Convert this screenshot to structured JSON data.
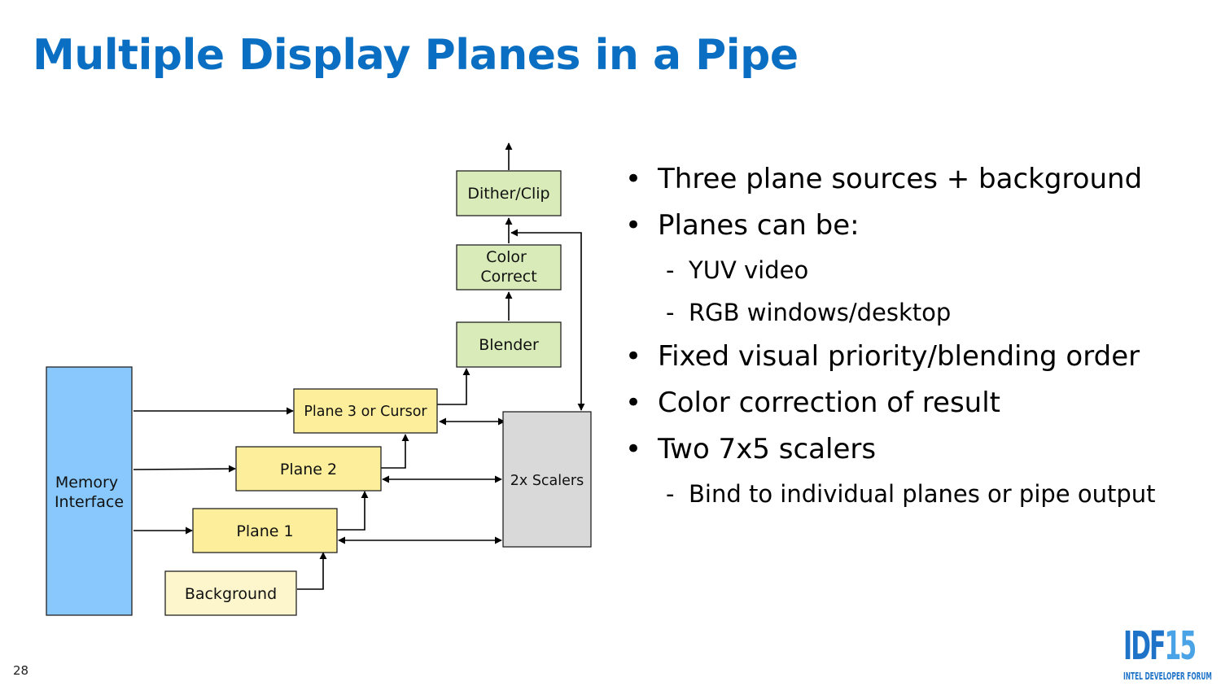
{
  "slide": {
    "title": "Multiple Display Planes in a Pipe",
    "page_number": "28"
  },
  "diagram": {
    "nodes": {
      "memory": [
        "Memory",
        "Interface"
      ],
      "background": "Background",
      "plane1": "Plane 1",
      "plane2": "Plane 2",
      "plane3": "Plane 3 or Cursor",
      "scalers": "2x Scalers",
      "blender": "Blender",
      "color_correct": [
        "Color",
        "Correct"
      ],
      "dither_clip": "Dither/Clip"
    },
    "colors": {
      "memory_fill": "#88c8fc",
      "plane_fill": "#fcee9a",
      "background_fill": "#fdf6cc",
      "scalers_fill": "#d9d9d9",
      "pipe_fill": "#d8ebb9",
      "line": "#000000"
    }
  },
  "bullets": [
    {
      "level": 1,
      "text": "Three plane sources + background"
    },
    {
      "level": 1,
      "text": "Planes can be:"
    },
    {
      "level": 2,
      "text": "YUV video"
    },
    {
      "level": 2,
      "text": "RGB windows/desktop"
    },
    {
      "level": 1,
      "text": "Fixed visual priority/blending order"
    },
    {
      "level": 1,
      "text": "Color correction of result"
    },
    {
      "level": 1,
      "text": "Two 7x5 scalers"
    },
    {
      "level": 2,
      "text": "Bind to individual planes or pipe output"
    }
  ],
  "logo": {
    "brand": "IDF",
    "year": "15",
    "tagline": "INTEL DEVELOPER FORUM"
  },
  "title_color": "#0a6fc2"
}
